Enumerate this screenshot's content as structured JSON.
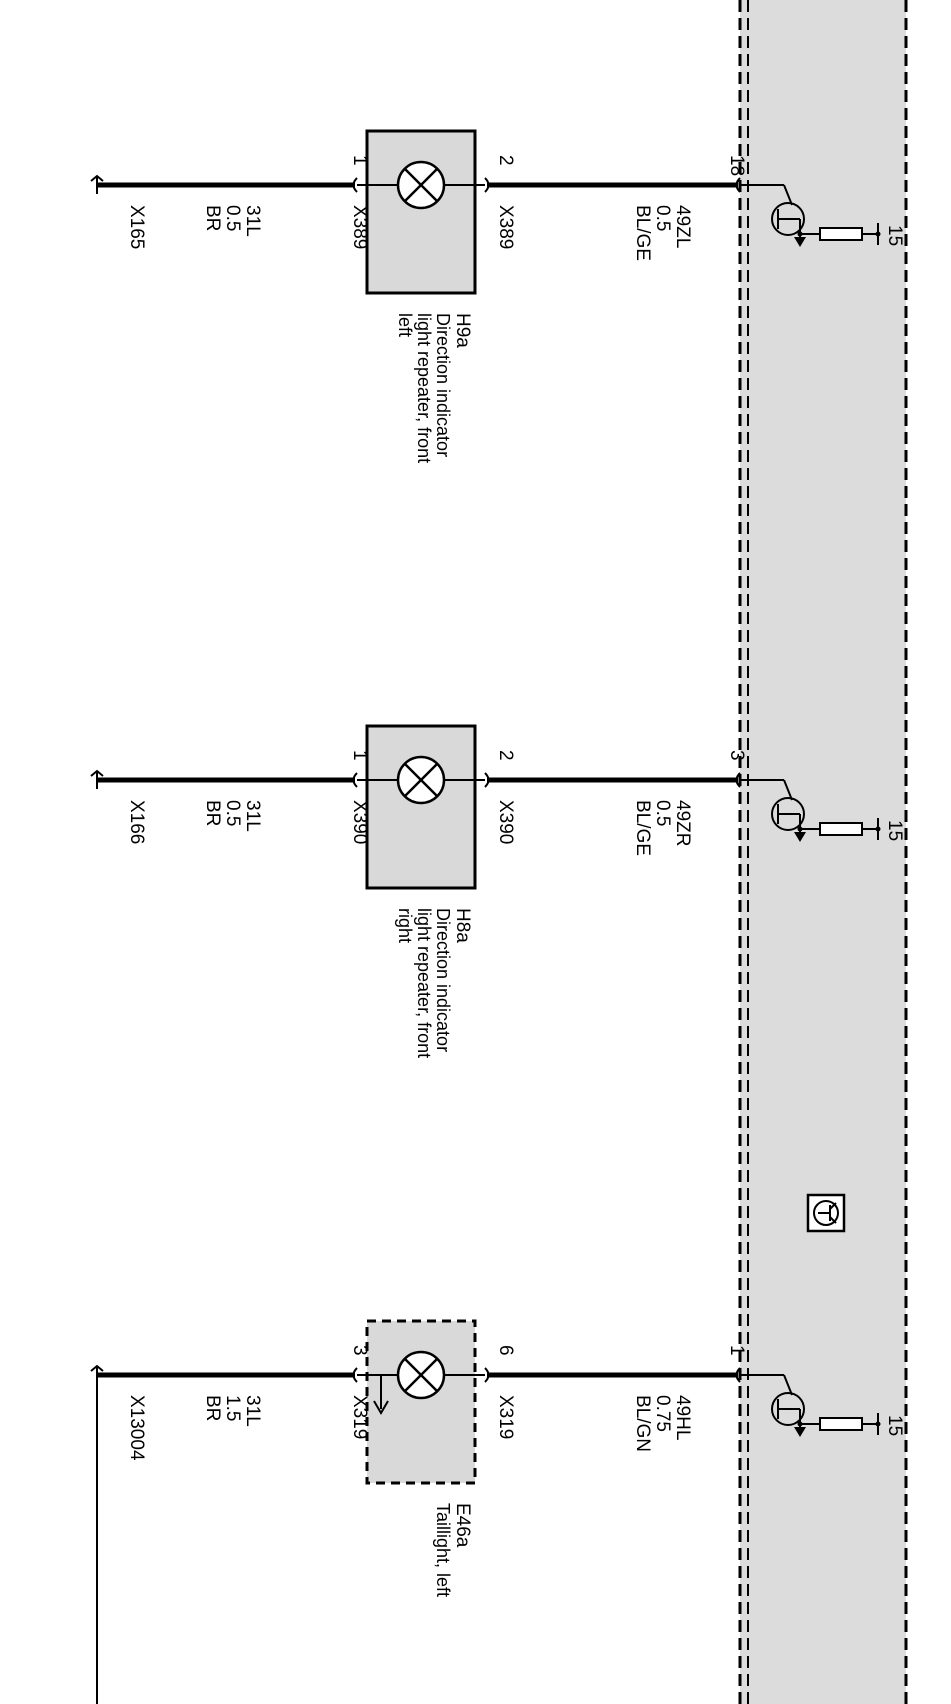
{
  "control_unit": {
    "symbol": "control-unit-symbol-icon",
    "colors": {
      "panel": "#dcdcdc",
      "component": "#d9d9d9",
      "line": "#000000"
    }
  },
  "circuits": [
    {
      "ground_connector": "X165",
      "ground_wire": {
        "code": "31L",
        "size": "0.5",
        "color": "BR"
      },
      "component_connector_left": "X389",
      "pin_left": "1",
      "pin_right": "2",
      "component_connector_right": "X389",
      "signal_wire": {
        "code": "49ZL",
        "size": "0.5",
        "color": "BL/GE"
      },
      "unit_pin": "18",
      "supply": "15",
      "component_id": "H9a",
      "component_desc": [
        "Direction indicator",
        "light repeater, front",
        "left"
      ]
    },
    {
      "ground_connector": "X166",
      "ground_wire": {
        "code": "31L",
        "size": "0.5",
        "color": "BR"
      },
      "component_connector_left": "X390",
      "pin_left": "1",
      "pin_right": "2",
      "component_connector_right": "X390",
      "signal_wire": {
        "code": "49ZR",
        "size": "0.5",
        "color": "BL/GE"
      },
      "unit_pin": "3",
      "supply": "15",
      "component_id": "H8a",
      "component_desc": [
        "Direction indicator",
        "light repeater, front",
        "right"
      ]
    },
    {
      "ground_connector": "X13004",
      "ground_wire": {
        "code": "31L",
        "size": "1.5",
        "color": "BR"
      },
      "component_connector_left": "X319",
      "pin_left": "3",
      "pin_right": "6",
      "component_connector_right": "X319",
      "signal_wire": {
        "code": "49HL",
        "size": "0.75",
        "color": "BL/GN"
      },
      "unit_pin": "1",
      "supply": "15",
      "component_id": "E46a",
      "component_desc": [
        "Taillight, left"
      ]
    }
  ]
}
